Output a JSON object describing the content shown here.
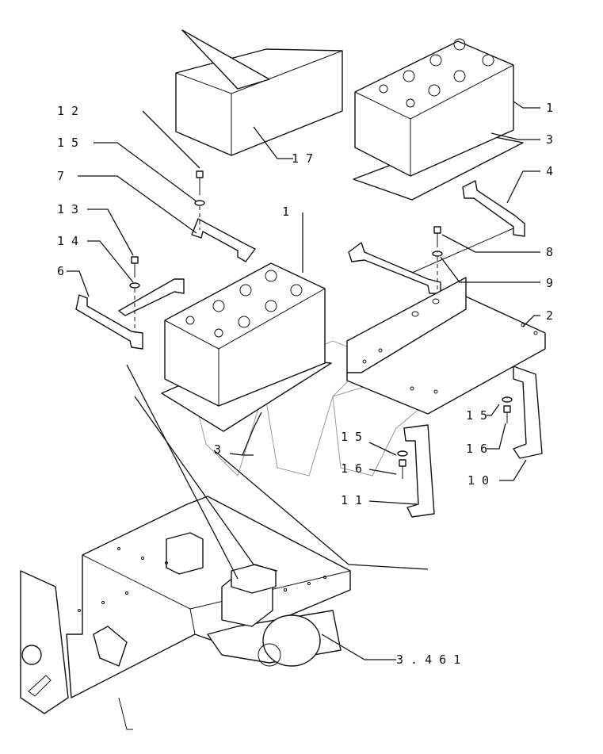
{
  "callouts": [
    {
      "id": "c1a",
      "text": "1"
    },
    {
      "id": "c3a",
      "text": "3"
    },
    {
      "id": "c4",
      "text": "4"
    },
    {
      "id": "c8",
      "text": "8"
    },
    {
      "id": "c9",
      "text": "9"
    },
    {
      "id": "c2",
      "text": "2"
    },
    {
      "id": "c15c",
      "text": "1 5"
    },
    {
      "id": "c16b",
      "text": "1 6"
    },
    {
      "id": "c10",
      "text": "1 0"
    },
    {
      "id": "c12",
      "text": "1 2"
    },
    {
      "id": "c15a",
      "text": "1 5"
    },
    {
      "id": "c7",
      "text": "7"
    },
    {
      "id": "c13",
      "text": "1 3"
    },
    {
      "id": "c14",
      "text": "1 4"
    },
    {
      "id": "c6",
      "text": "6"
    },
    {
      "id": "c1b",
      "text": "1"
    },
    {
      "id": "c17",
      "text": "1 7"
    },
    {
      "id": "c3b",
      "text": "3"
    },
    {
      "id": "c15b",
      "text": "1 5"
    },
    {
      "id": "c16a",
      "text": "1 6"
    },
    {
      "id": "c11",
      "text": "1 1"
    },
    {
      "id": "c3461",
      "text": "3 . 4 6 1"
    }
  ]
}
